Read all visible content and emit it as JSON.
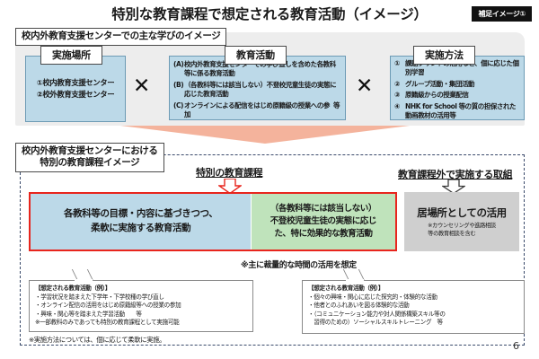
{
  "document": {
    "title": "特別な教育課程で想定される教育活動（イメージ）",
    "badge": "補足イメージ①",
    "page_number": "6"
  },
  "section1": {
    "label": "校内外教育支援センターでの主な学びのイメージ",
    "operator_1": "✕",
    "operator_2": "✕",
    "columns": {
      "place": {
        "heading": "実施場所",
        "items": [
          "①校内教育支援センター",
          "②校外教育支援センター"
        ]
      },
      "activity": {
        "heading": "教育活動",
        "items": [
          {
            "marker": "(A)",
            "text": "校内外教育支援センターでの学び直しを含めた各教科等に係る教育活動",
            "tail": ""
          },
          {
            "marker": "(B)",
            "text": "（各教科等には該当しない）不登校児童生徒の実態に応じた教育活動",
            "tail": ""
          },
          {
            "marker": "(C)",
            "text": "オンラインによる配信をはじめ原籍級の授業への参加",
            "tail": "等"
          }
        ]
      },
      "method": {
        "heading": "実施方法",
        "items": [
          {
            "marker": "①",
            "text": "課題プリントの活用など、個に応じた個別学習",
            "tail": ""
          },
          {
            "marker": "②",
            "text": "グループ活動・集団活動",
            "tail": ""
          },
          {
            "marker": "③",
            "text": "原籍級からの授業配信",
            "tail": ""
          },
          {
            "marker": "④",
            "text": "NHK for School 等の質の担保された動画教材の活用等",
            "tail": ""
          }
        ]
      }
    }
  },
  "section2": {
    "label_line1": "校内外教育支援センターにおける",
    "label_line2": "特別の教育課程イメージ",
    "group_curriculum": "特別の教育課程",
    "group_extra": "教育課程外で実施する取組",
    "boxes": {
      "subjects": "各教科等の目標・内容に基づきつつ、\n柔軟に実施する教育活動",
      "subjects_line1": "各教科等の目標・内容に基づきつつ、",
      "subjects_line2": "柔軟に実施する教育活動",
      "nonsubjects_line1": "（各教科等には該当しない）",
      "nonsubjects_line2": "不登校児童生徒の実態に応じ",
      "nonsubjects_line3": "た、特に効果的な教育活動",
      "place_use_title": "居場所としての活用",
      "place_use_note_line1": "※カウンセリングや進路相談",
      "place_use_note_line2": "等の教育相談を含む"
    },
    "center_note": "※主に裁量的な時間の活用を想定",
    "callout_left": {
      "heading": "【想定される教育活動（例）】",
      "lines": [
        "・学習状況を踏まえた下学年・下学校種の学び直し",
        "・オンライン配信の活用をはじめ原籍級等への授業の参加",
        "・興味・関心等を踏まえた学習活動　　等",
        "※一部教科のみであっても特別の教育課程として実施可能"
      ]
    },
    "callout_right": {
      "heading": "【想定される教育活動（例）】",
      "lines": [
        "・個々の興味・関心に応じた探究的・体験的な活動",
        "・他者とのふれあいを図る体験的な活動",
        "・（コミュニケーション能力や対人関係構築スキル等の",
        "　習得のための）ソーシャルスキルトレーニング　等"
      ]
    },
    "bottom_note": "※実施方法については、個に応じて柔軟に実施。"
  },
  "colors": {
    "blue_box": "#bcd9e8",
    "green_box": "#bfe3bb",
    "gray_box": "#cfcfcf",
    "red_frame": "#e8251d",
    "orange_connector": "#f3a98e",
    "panel_gray": "#ededed",
    "dashed_border": "#3a4a6b"
  }
}
